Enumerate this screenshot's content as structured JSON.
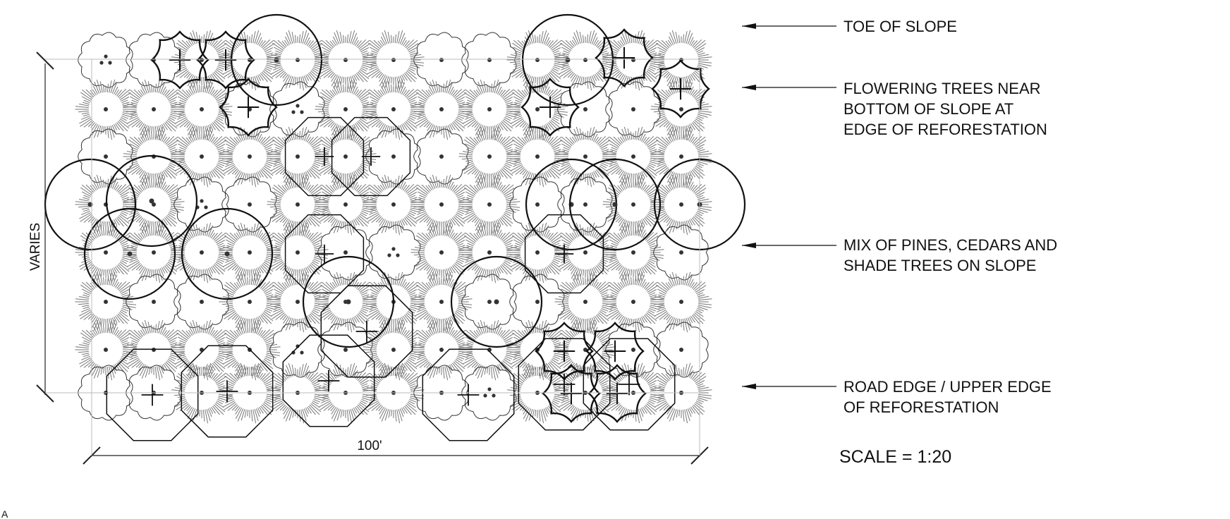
{
  "diagram": {
    "dimension_vertical": "VARIES",
    "dimension_horizontal": "100'",
    "scale": "SCALE = 1:20",
    "corner_mark": "A",
    "callouts": [
      {
        "lines": [
          "TOE OF SLOPE"
        ]
      },
      {
        "lines": [
          "FLOWERING TREES NEAR",
          "BOTTOM OF SLOPE AT",
          "EDGE OF REFORESTATION"
        ]
      },
      {
        "lines": [
          "MIX OF PINES, CEDARS AND",
          "SHADE TREES ON SLOPE"
        ]
      },
      {
        "lines": [
          "ROAD EDGE / UPPER EDGE",
          "OF REFORESTATION"
        ]
      }
    ],
    "tree_symbol_types": [
      "pine-symbol",
      "cedar-symbol",
      "shade-tree-symbol",
      "flowering-tree-symbol",
      "large-canopy-circle"
    ]
  }
}
